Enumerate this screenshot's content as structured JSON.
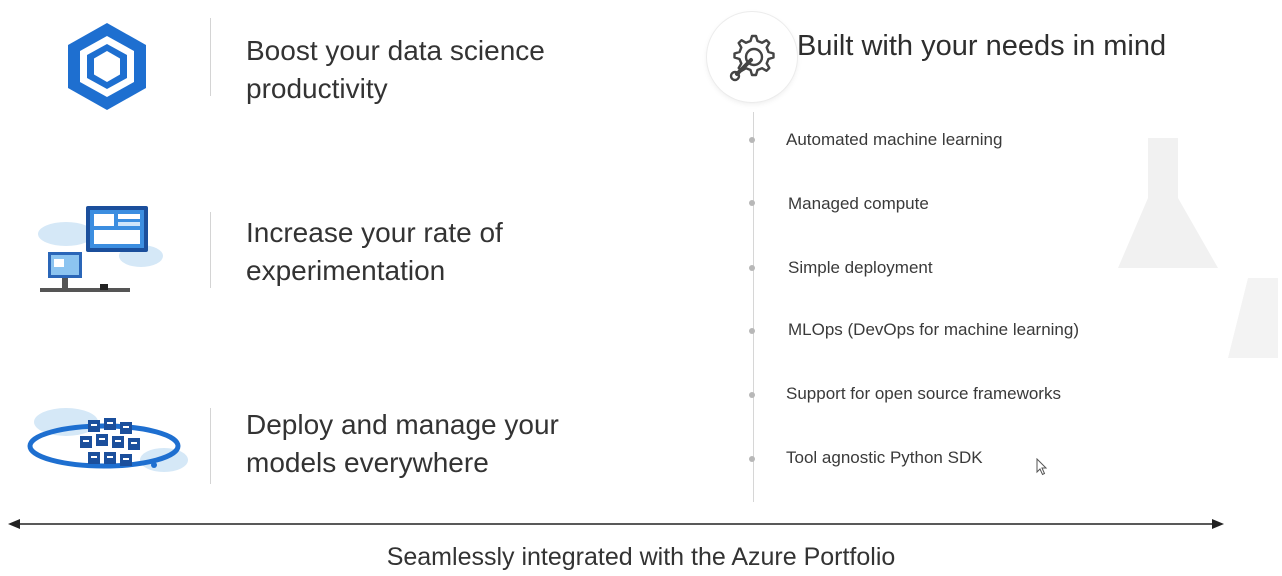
{
  "features": [
    {
      "icon": "hexagon-cube-icon",
      "lines": [
        "Boost your data science",
        "productivity"
      ]
    },
    {
      "icon": "computer-monitor-icon",
      "lines": [
        "Increase your rate of",
        "experimentation"
      ]
    },
    {
      "icon": "cloud-server-cluster-icon",
      "lines": [
        "Deploy and manage your",
        "models everywhere"
      ]
    }
  ],
  "capabilities": {
    "title": "Built with your needs in mind",
    "icon": "gear-wrench-icon",
    "items": [
      "Automated machine learning",
      "Managed compute",
      "Simple deployment",
      "MLOps (DevOps for machine learning)",
      "Support for open source frameworks",
      "Tool agnostic Python SDK"
    ]
  },
  "footer": {
    "text": "Seamlessly integrated with the Azure Portfolio",
    "arrow_icon": "double-headed-arrow-icon"
  },
  "colors": {
    "azure_blue": "#1e6fd0",
    "light_blue": "#4aa3e6",
    "text": "#333333",
    "separator": "#d4d4d4"
  }
}
